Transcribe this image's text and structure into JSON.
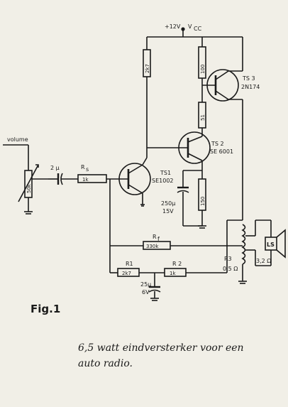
{
  "supply": {
    "voltage": "+12V",
    "vcc": "V",
    "vcc_sub": "CC"
  },
  "volume_label": "volume",
  "resistors": {
    "r_2k7_top": "2k7",
    "r_100": "100",
    "r_51": "51",
    "r_150": "150",
    "r_pot": "50k",
    "r_s_val": "1k",
    "r_s_name": "R",
    "r_s_sub": "s",
    "r_f_name": "R",
    "r_f_sub": "f",
    "r_f_val": "330k",
    "r1_name": "R1",
    "r1_val": "2k7",
    "r2_name": "R 2",
    "r2_val": "1k",
    "r3_name": "R3",
    "r3_val": "0,5 Ω"
  },
  "capacitors": {
    "c_in": "2 µ",
    "c_250": "250µ",
    "c_250_v": "15V",
    "c_25": "25µ",
    "c_25_v": "6V"
  },
  "transistors": {
    "ts1_name": "TS1",
    "ts1_type": "SE1002",
    "ts2_name": "TS 2",
    "ts2_type": "SE 6001",
    "ts3_name": "TS 3",
    "ts3_type": "2N174"
  },
  "speaker": {
    "label": "LS",
    "impedance": "3,2 Ω"
  },
  "figure_label": "Fig.1",
  "caption": {
    "line1": "6,5 watt eindversterker voor een",
    "line2": "auto radio."
  }
}
